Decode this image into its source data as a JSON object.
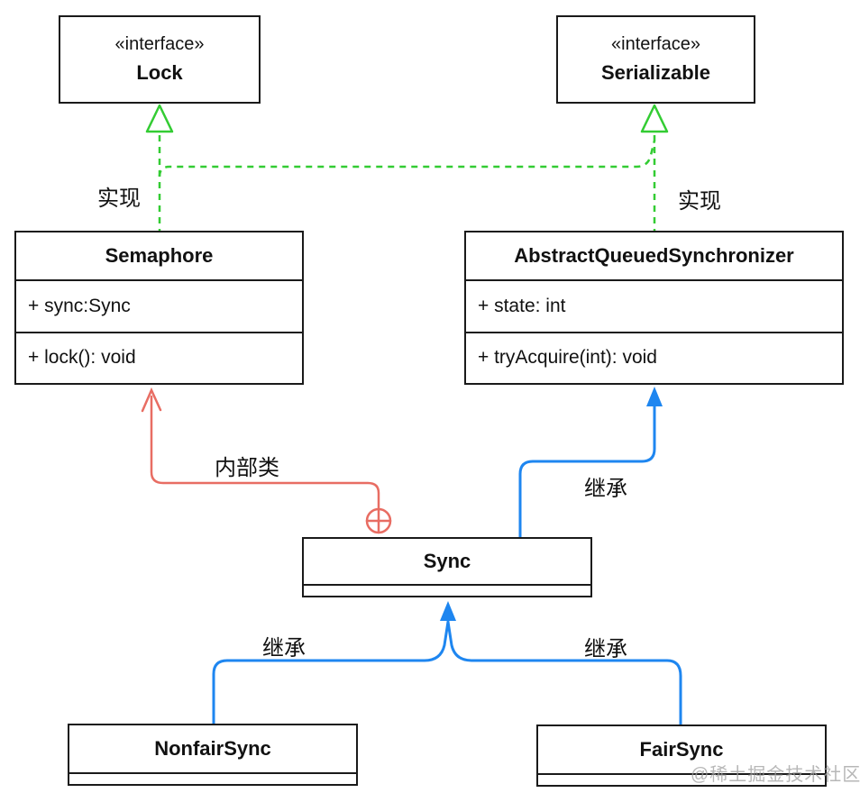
{
  "diagram": {
    "nodes": {
      "lock": {
        "stereotype": "«interface»",
        "name": "Lock"
      },
      "serializable": {
        "stereotype": "«interface»",
        "name": "Serializable"
      },
      "semaphore": {
        "name": "Semaphore",
        "attribute": "+ sync:Sync",
        "method": "+ lock(): void"
      },
      "aqs": {
        "name": "AbstractQueuedSynchronizer",
        "attribute": "+ state: int",
        "method": "+ tryAcquire(int): void"
      },
      "sync": {
        "name": "Sync"
      },
      "nonfairsync": {
        "name": "NonfairSync"
      },
      "fairsync": {
        "name": "FairSync"
      }
    },
    "edge_labels": {
      "realization_left": "实现",
      "realization_right": "实现",
      "inner_class": "内部类",
      "inheritance_mid": "继承",
      "inheritance_bottom_left": "继承",
      "inheritance_bottom_right": "继承"
    }
  },
  "colors": {
    "realization": "#33cc33",
    "inheritance": "#1e86f0",
    "inner_class": "#e86d63",
    "border": "#1a1a1a",
    "text": "#111111",
    "watermark": "#a0a0a0"
  },
  "watermark": "@稀土掘金技术社区"
}
